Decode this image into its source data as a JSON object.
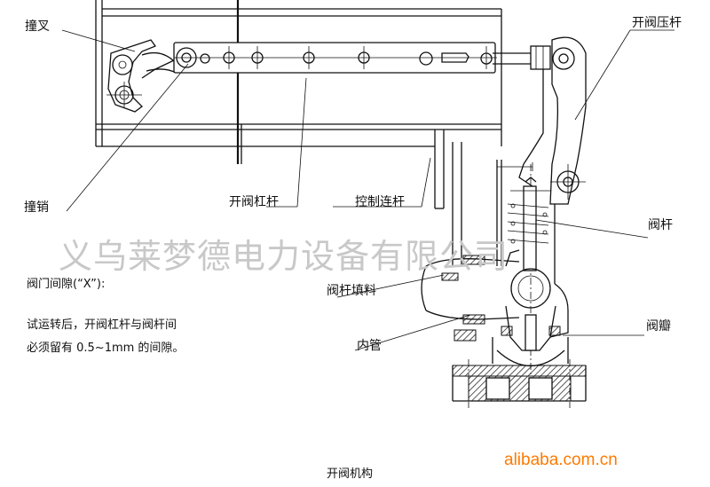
{
  "labels": {
    "striker_fork": "撞叉",
    "valve_press_rod": "开阀压杆",
    "striker_pin": "撞销",
    "valve_lever": "开阀杠杆",
    "control_link": "控制连杆",
    "valve_stem": "阀杆",
    "stem_packing": "阀杆填料",
    "inner_pipe": "内管",
    "valve_disc": "阀瓣"
  },
  "note": {
    "heading": "阀门间隙(“X”):",
    "line1": "试运转后，开阀杠杆与阀杆间",
    "line2": "必须留有 0.5~1mm 的间隙。"
  },
  "caption": "开阀机构",
  "watermark": "义乌莱梦德电力设备有限公司",
  "brand": "alibaba.com.cn",
  "colors": {
    "line": "#111111",
    "watermark": "#c8c8c8",
    "brand": "#ff7a00"
  }
}
